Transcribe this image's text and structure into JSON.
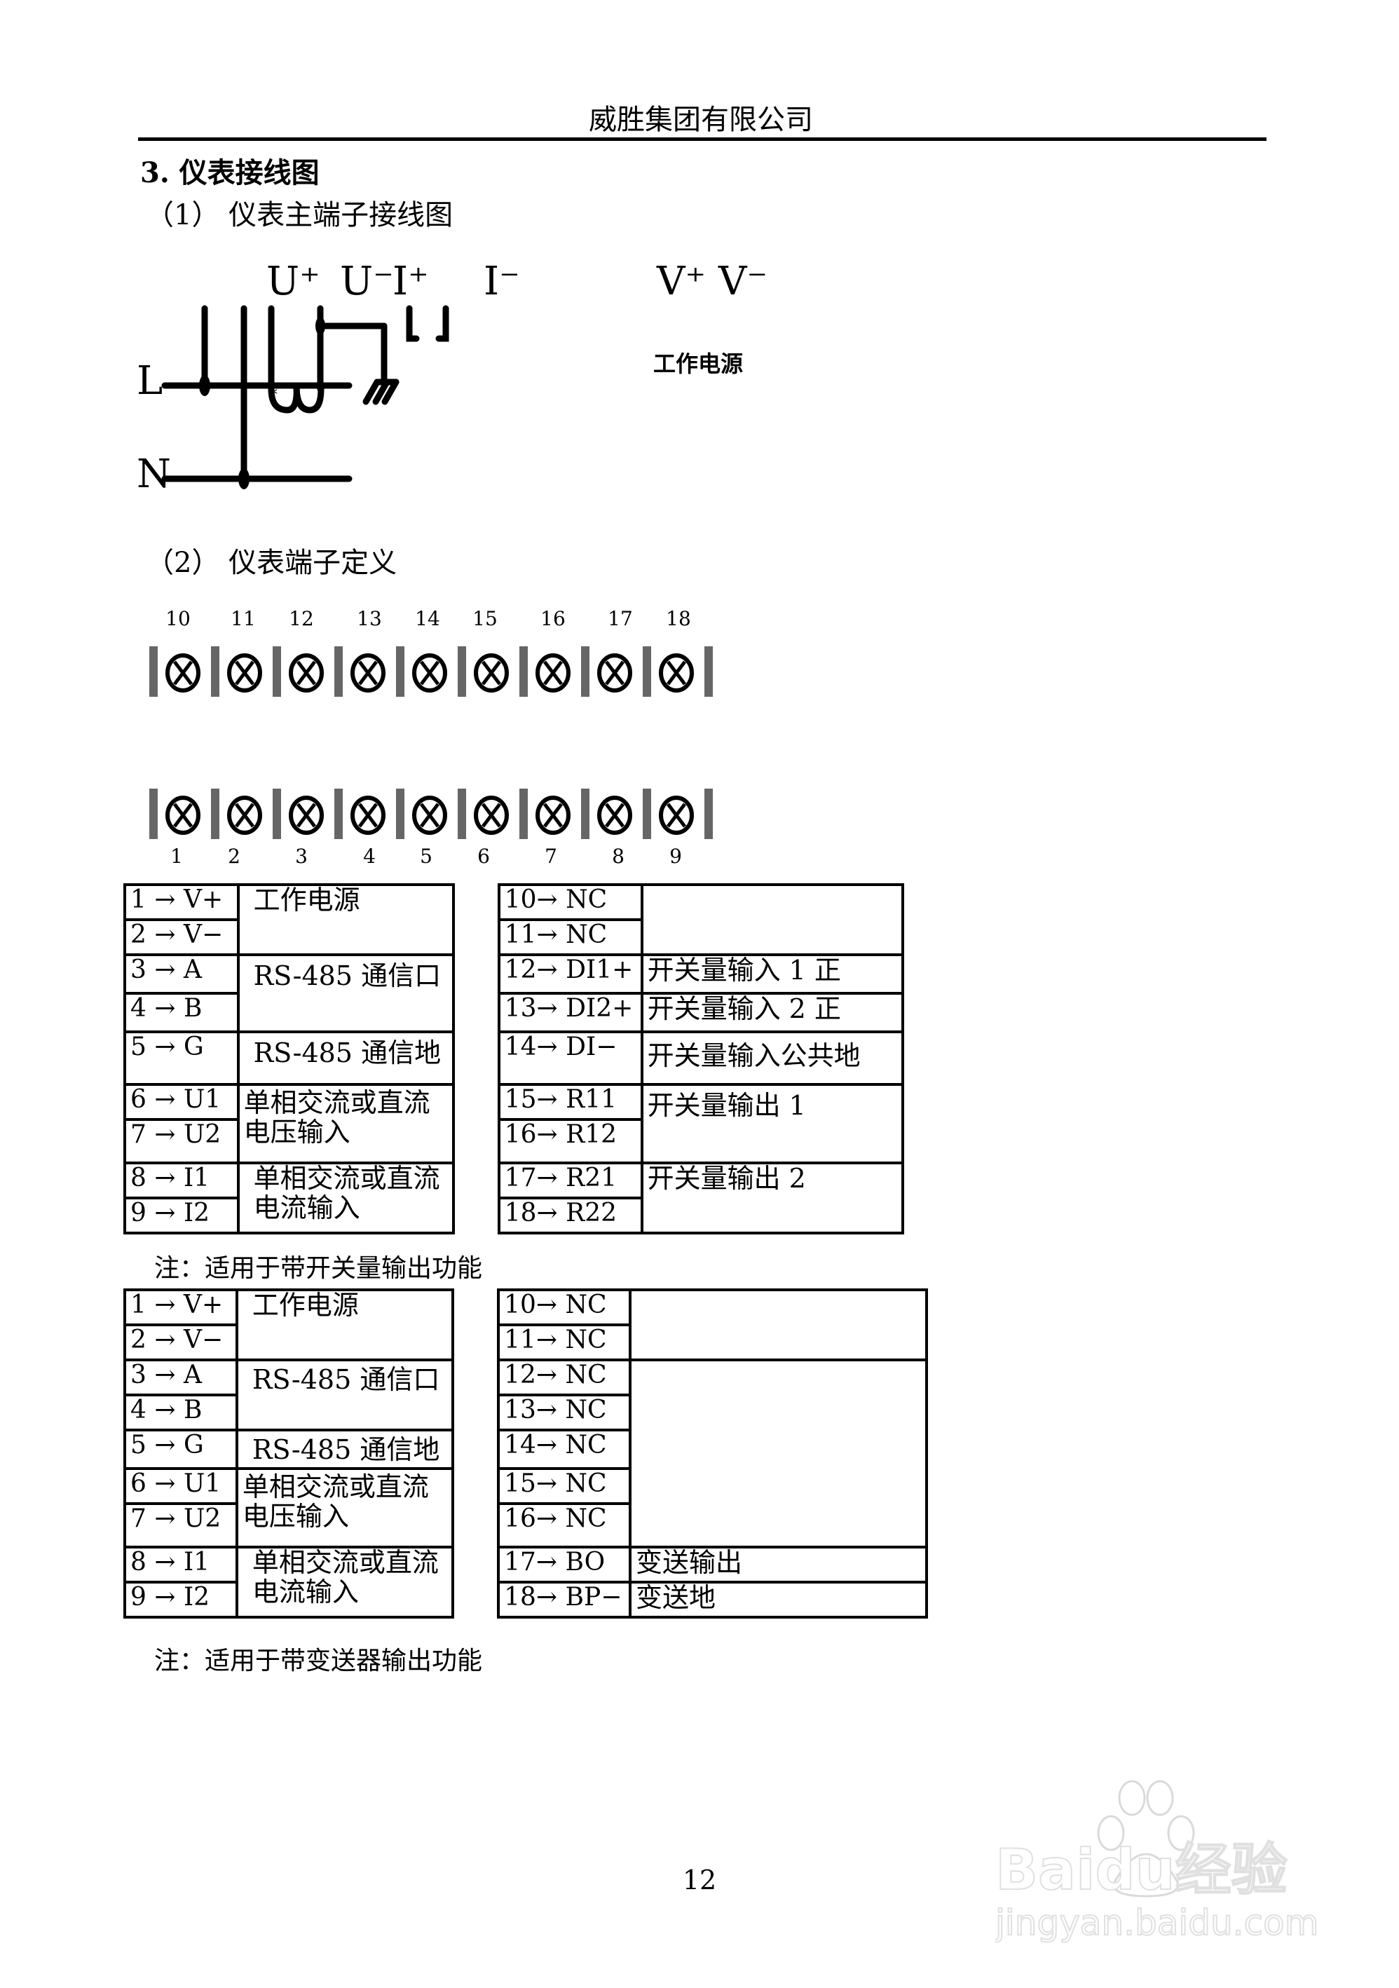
{
  "header": {
    "company": "威胜集团有限公司"
  },
  "section": {
    "title": "3. 仪表接线图",
    "sub1": "（1） 仪表主端子接线图",
    "sub2": "（2） 仪表端子定义"
  },
  "wiring_diagram": {
    "terminal_labels": [
      "U⁺",
      "U⁻",
      "I⁺",
      "I⁻",
      "V⁺",
      "V⁻"
    ],
    "line_labels": [
      "L",
      "N"
    ],
    "power_label": "工作电源",
    "ct_marker": "*"
  },
  "terminal_strip": {
    "top_numbers": [
      "10",
      "11",
      "12",
      "13",
      "14",
      "15",
      "16",
      "17",
      "18"
    ],
    "bottom_numbers": [
      "1",
      "2",
      "3",
      "4",
      "5",
      "6",
      "7",
      "8",
      "9"
    ],
    "screw_icon": "circled-x"
  },
  "table_switch": {
    "left_pins": [
      "1 → V+",
      "2 → V−",
      "3 → A",
      "4 → B",
      "5 → G",
      "6 → U1",
      "7 → U2",
      "8 → I1",
      "9 → I2"
    ],
    "left_desc": [
      "工作电源",
      "RS-485 通信口",
      "RS-485 通信地",
      "单相交流或直流电压输入",
      "单相交流或直流电流输入"
    ],
    "right_pins": [
      "10→ NC",
      "11→ NC",
      "12→ DI1+",
      "13→ DI2+",
      "14→ DI−",
      "15→ R11",
      "16→ R12",
      "17→ R21",
      "18→ R22"
    ],
    "right_desc": [
      "",
      "开关量输入 1 正",
      "开关量输入 2 正",
      "开关量输入公共地",
      "开关量输出 1",
      "开关量输出 2"
    ],
    "note": "注：适用于带开关量输出功能"
  },
  "table_transmitter": {
    "left_pins": [
      "1 → V+",
      "2 → V−",
      "3 → A",
      "4 → B",
      "5 → G",
      "6 → U1",
      "7 → U2",
      "8 → I1",
      "9 → I2"
    ],
    "left_desc": [
      "工作电源",
      "RS-485 通信口",
      "RS-485 通信地",
      "单相交流或直流电压输入",
      "单相交流或直流电流输入"
    ],
    "right_pins": [
      "10→ NC",
      "11→ NC",
      "12→ NC",
      "13→ NC",
      "14→ NC",
      "15→ NC",
      "16→ NC",
      "17→ BO",
      "18→ BP−"
    ],
    "right_desc": [
      "",
      "",
      "变送输出",
      "变送地"
    ],
    "note": "注：适用于带变送器输出功能"
  },
  "footer": {
    "page_number": "12"
  },
  "watermark": {
    "brand": "Baidu经验",
    "url": "jingyan.baidu.com"
  }
}
